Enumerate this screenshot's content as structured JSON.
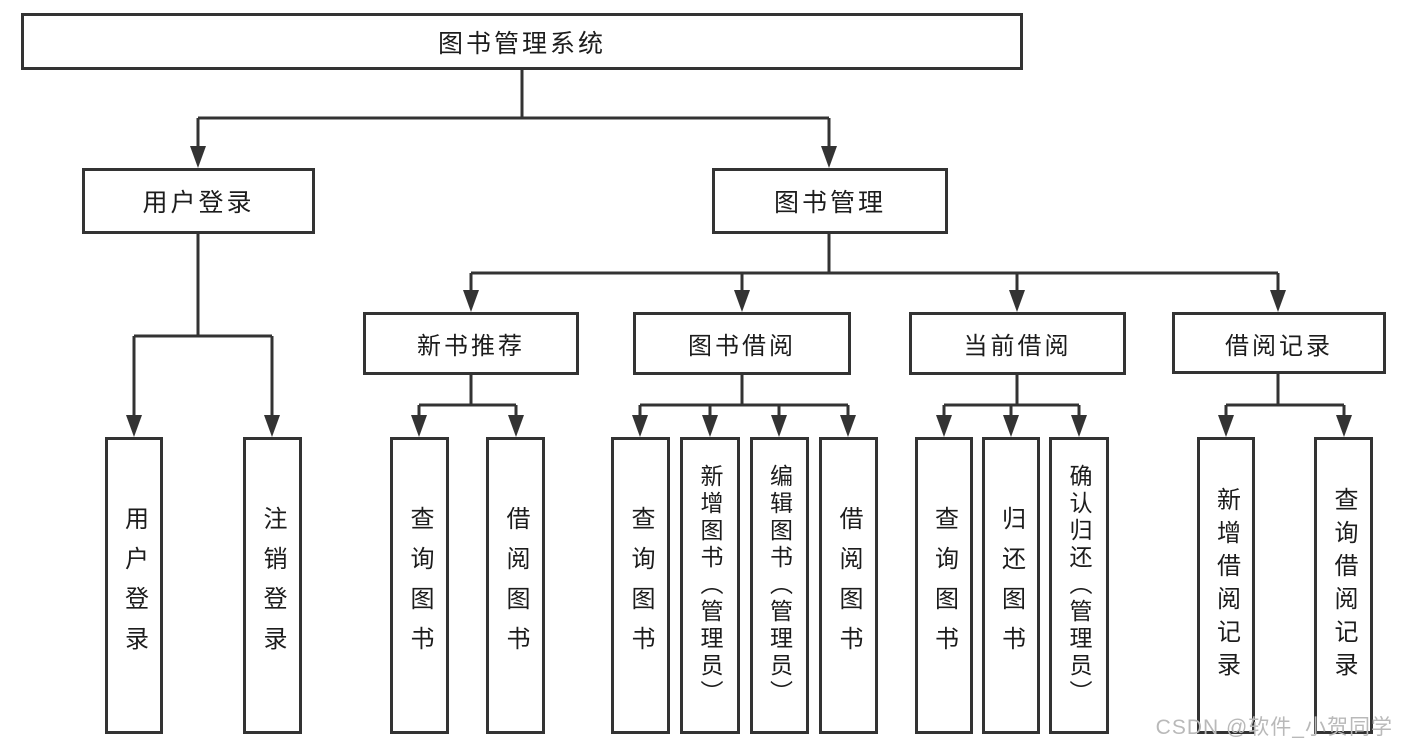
{
  "diagram_type": "hierarchy-tree",
  "tree": {
    "label": "图书管理系统",
    "children": [
      {
        "label": "用户登录",
        "children": [
          {
            "label": "用户登录"
          },
          {
            "label": "注销登录"
          }
        ]
      },
      {
        "label": "图书管理",
        "children": [
          {
            "label": "新书推荐",
            "children": [
              {
                "label": "查询图书"
              },
              {
                "label": "借阅图书"
              }
            ]
          },
          {
            "label": "图书借阅",
            "children": [
              {
                "label": "查询图书"
              },
              {
                "label": "新增图书（管理员）"
              },
              {
                "label": "编辑图书（管理员）"
              },
              {
                "label": "借阅图书"
              }
            ]
          },
          {
            "label": "当前借阅",
            "children": [
              {
                "label": "查询图书"
              },
              {
                "label": "归还图书"
              },
              {
                "label": "确认归还（管理员）"
              }
            ]
          },
          {
            "label": "借阅记录",
            "children": [
              {
                "label": "新增借阅记录"
              },
              {
                "label": "查询借阅记录"
              }
            ]
          }
        ]
      }
    ]
  },
  "watermark": {
    "text": "CSDN @软件_小贺同学"
  },
  "colors": {
    "line": "#333333",
    "text": "#1c1c1c",
    "watermark": "#b9b9b9",
    "background": "#ffffff"
  }
}
